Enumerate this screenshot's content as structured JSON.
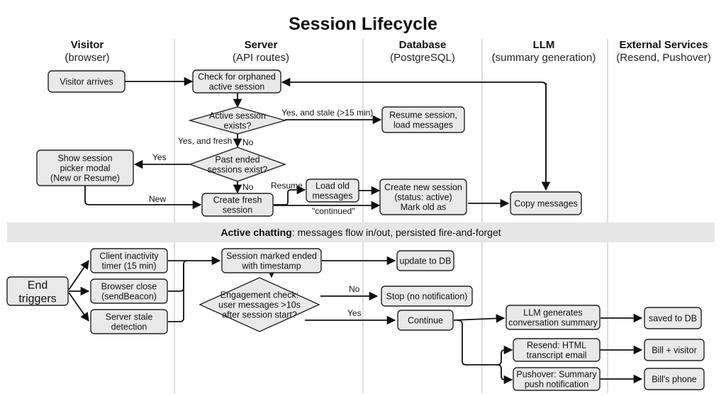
{
  "title": "Session Lifecycle",
  "lanes": [
    {
      "id": "visitor",
      "title": "Visitor",
      "subtitle": "(browser)"
    },
    {
      "id": "server",
      "title": "Server",
      "subtitle": "(API routes)"
    },
    {
      "id": "database",
      "title": "Database",
      "subtitle": "(PostgreSQL)"
    },
    {
      "id": "llm",
      "title": "LLM",
      "subtitle": "(summary generation)"
    },
    {
      "id": "external",
      "title": "External Services",
      "subtitle": "(Resend, Pushover)"
    }
  ],
  "band": {
    "bold": "Active chatting",
    "rest": ": messages flow in/out, persisted fire-and-forget"
  },
  "nodes": {
    "visitor_arrives": {
      "shape": "rect",
      "lines": [
        "Visitor arrives"
      ]
    },
    "check_orphaned": {
      "shape": "rect",
      "lines": [
        "Check for orphaned",
        "active session"
      ]
    },
    "active_exists": {
      "shape": "diamond",
      "lines": [
        "Active session",
        "exists?"
      ]
    },
    "resume_session": {
      "shape": "rect",
      "lines": [
        "Resume session,",
        "load messages"
      ]
    },
    "past_ended": {
      "shape": "diamond",
      "lines": [
        "Past ended",
        "sessions exist?"
      ]
    },
    "session_picker": {
      "shape": "rect",
      "lines": [
        "Show session",
        "picker modal",
        "(New or Resume)"
      ]
    },
    "create_fresh": {
      "shape": "rect",
      "lines": [
        "Create fresh",
        "session"
      ]
    },
    "load_old": {
      "shape": "rect",
      "lines": [
        "Load old",
        "messages"
      ]
    },
    "create_new": {
      "shape": "rect",
      "lines": [
        "Create new session",
        "(status: active)",
        "Mark old as"
      ]
    },
    "copy_messages": {
      "shape": "rect",
      "lines": [
        "Copy messages"
      ]
    },
    "end_triggers": {
      "shape": "rect",
      "lines": [
        "End",
        "triggers"
      ]
    },
    "client_inactivity": {
      "shape": "rect",
      "lines": [
        "Client inactivity",
        "timer (15 min)"
      ]
    },
    "browser_close": {
      "shape": "rect",
      "lines": [
        "Browser close",
        "(sendBeacon)"
      ]
    },
    "server_stale": {
      "shape": "rect",
      "lines": [
        "Server stale",
        "detection"
      ]
    },
    "session_marked_ended": {
      "shape": "rect",
      "lines": [
        "Session marked ended",
        "with timestamp"
      ]
    },
    "update_db": {
      "shape": "rect",
      "lines": [
        "update to DB"
      ]
    },
    "engagement_check": {
      "shape": "diamond",
      "lines": [
        "Engagement check:",
        "user messages >10s",
        "after session start?"
      ]
    },
    "stop": {
      "shape": "rect",
      "lines": [
        "Stop (no notification)"
      ]
    },
    "continue": {
      "shape": "rect",
      "lines": [
        "Continue"
      ]
    },
    "llm_summary": {
      "shape": "rect",
      "lines": [
        "LLM generates",
        "conversation summary"
      ]
    },
    "saved_db": {
      "shape": "rect",
      "lines": [
        "saved to DB"
      ]
    },
    "resend_email": {
      "shape": "rect",
      "lines": [
        "Resend: HTML",
        "transcript email"
      ]
    },
    "bill_visitor": {
      "shape": "rect",
      "lines": [
        "Bill + visitor"
      ]
    },
    "pushover": {
      "shape": "rect",
      "lines": [
        "Pushover: Summary",
        "push notification"
      ]
    },
    "bills_phone": {
      "shape": "rect",
      "lines": [
        "Bill's phone"
      ]
    }
  },
  "edge_labels": {
    "stale": "Yes, and stale (>15 min)",
    "fresh": "Yes, and fresh",
    "no1": "No",
    "yes_picker": "Yes",
    "no2": "No",
    "new": "New",
    "resume": "Resume",
    "continued": "\"continued\"",
    "eng_no": "No",
    "eng_yes": "Yes"
  }
}
